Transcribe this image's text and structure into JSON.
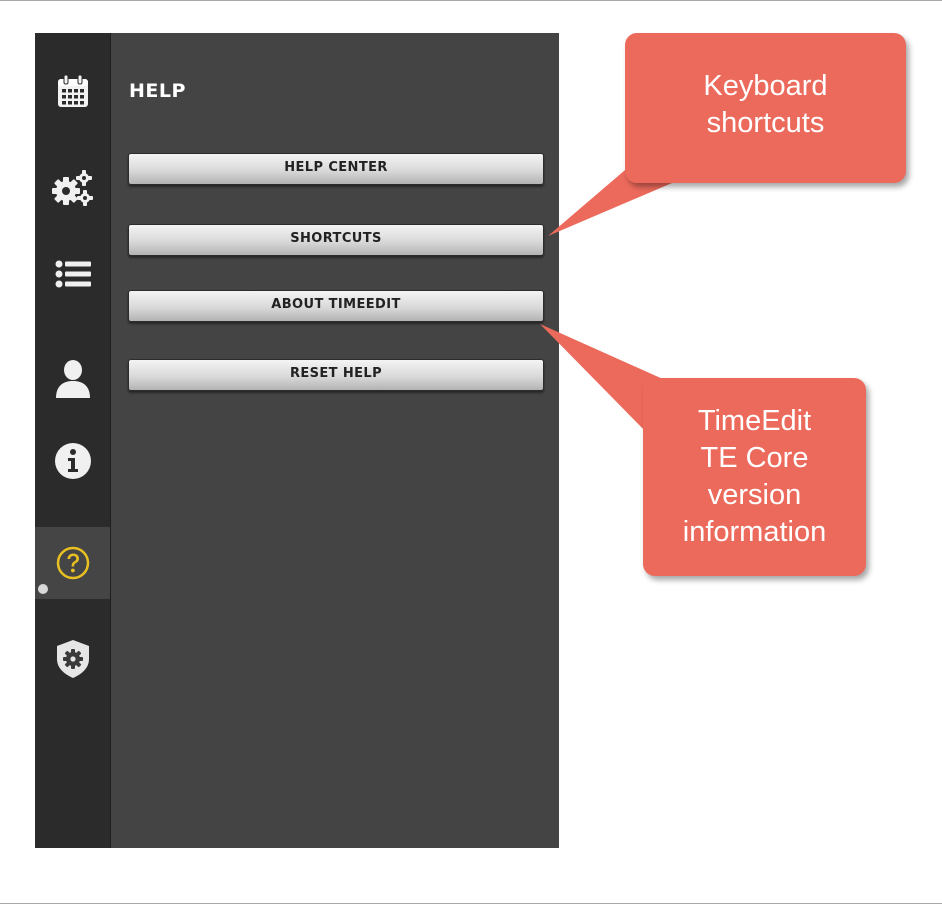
{
  "panel": {
    "title": "HELP"
  },
  "buttons": [
    {
      "label": "HELP CENTER"
    },
    {
      "label": "SHORTCUTS"
    },
    {
      "label": "ABOUT TIMEEDIT"
    },
    {
      "label": "RESET HELP"
    }
  ],
  "rail": {
    "items": [
      {
        "icon": "calendar-icon"
      },
      {
        "icon": "gears-icon"
      },
      {
        "icon": "list-icon"
      },
      {
        "icon": "user-icon"
      },
      {
        "icon": "info-icon"
      },
      {
        "icon": "help-icon",
        "active": true
      },
      {
        "icon": "admin-shield-icon"
      }
    ],
    "active_color": "#e8c022"
  },
  "callouts": [
    {
      "line1": "Keyboard",
      "line2": "shortcuts"
    },
    {
      "line1": "TimeEdit",
      "line2": "TE Core",
      "line3": "version",
      "line4": "information"
    }
  ],
  "colors": {
    "rail_bg": "#2b2b2b",
    "panel_bg": "#444444",
    "callout_bg": "#ec6a5c"
  }
}
